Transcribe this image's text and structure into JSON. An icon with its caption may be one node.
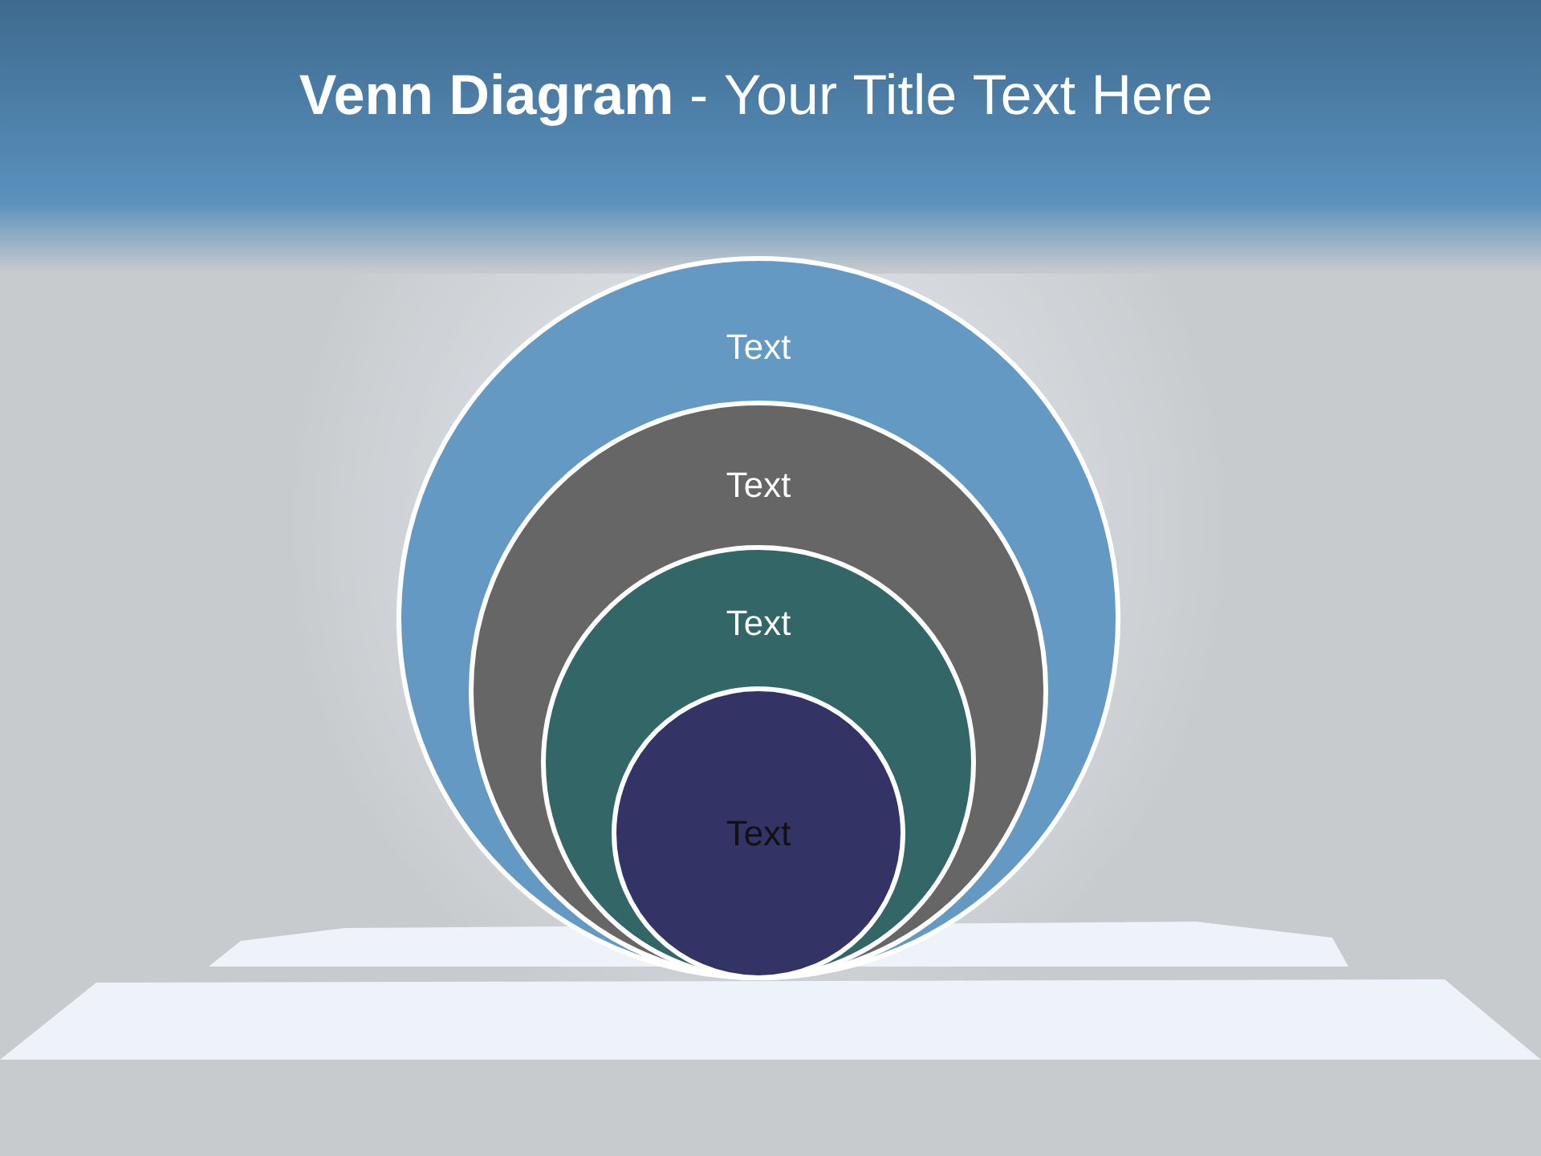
{
  "diagram": {
    "title": "**Venn Diagram** - Your Title Text Here",
    "nodes": [
      {
        "text": [
          "Text"
        ]
      },
      {
        "text": [
          "Text"
        ],
        "in": 0
      },
      {
        "text": [
          "Text"
        ],
        "in": 1
      },
      {
        "text": [
          "Text"
        ],
        "in": 2
      }
    ]
  }
}
